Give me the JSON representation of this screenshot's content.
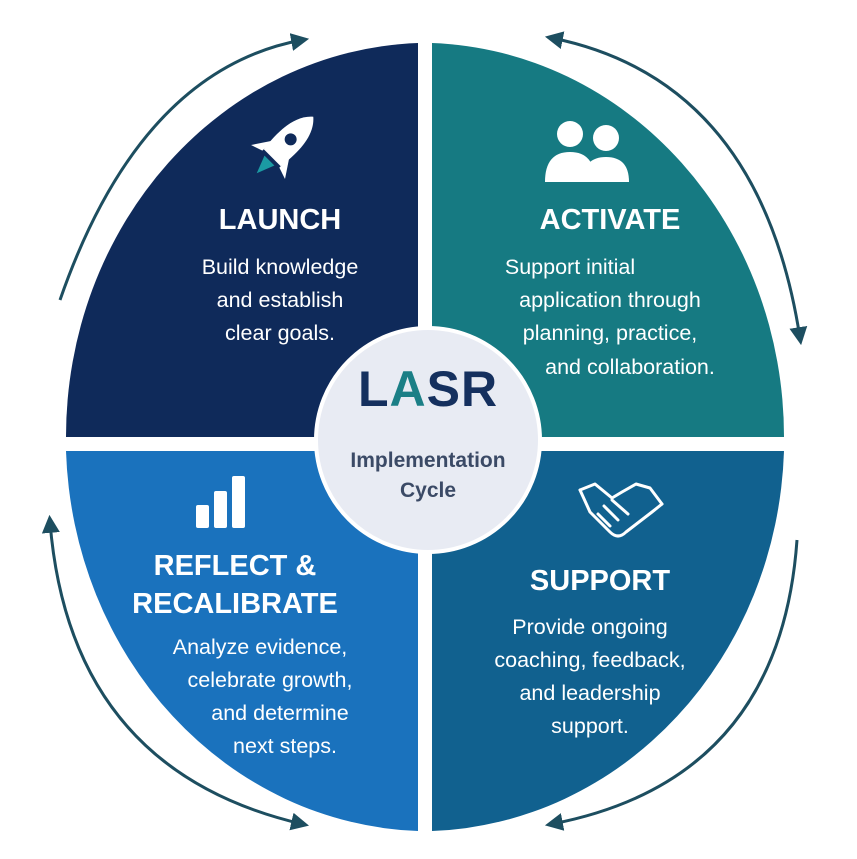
{
  "center": {
    "title_prefix": "L",
    "title_accent": "A",
    "title_suffix": "SR",
    "subtitle_line1": "Implementation",
    "subtitle_line2": "Cycle"
  },
  "quadrants": {
    "launch": {
      "title": "LAUNCH",
      "lines": [
        "Build knowledge",
        "and establish",
        "clear goals."
      ],
      "icon": "rocket-icon",
      "color": "#0f2a5a"
    },
    "activate": {
      "title": "ACTIVATE",
      "lines": [
        "Support initial",
        "application through",
        "planning, practice,",
        "and collaboration."
      ],
      "icon": "people-icon",
      "color": "#167a82"
    },
    "reflect": {
      "title_line1": "REFLECT &",
      "title_line2": "RECALIBRATE",
      "lines": [
        "Analyze evidence,",
        "celebrate growth,",
        "and determine",
        "next steps."
      ],
      "icon": "bar-chart-icon",
      "color": "#1a72bd"
    },
    "support": {
      "title": "SUPPORT",
      "lines": [
        "Provide ongoing",
        "coaching, feedback,",
        "and leadership",
        "support."
      ],
      "icon": "handshake-icon",
      "color": "#11618f"
    }
  },
  "colors": {
    "arrow": "#1d4e60",
    "center_bg": "#e8ebf3",
    "accent": "#1b7f86"
  }
}
